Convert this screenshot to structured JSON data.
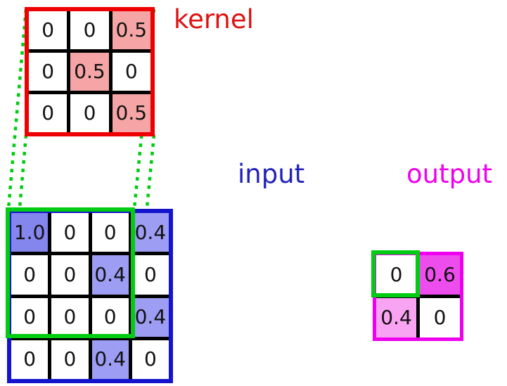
{
  "labels": {
    "kernel": "kernel",
    "input": "input",
    "output": "output"
  },
  "colors": {
    "kernel_border": "#ee0000",
    "kernel_label": "#dd1111",
    "kernel_cell_highlight": "#f5a5a5",
    "input_border": "#1414cc",
    "input_label": "#2222bb",
    "input_cell_strong": "#8585ee",
    "input_cell_light": "#9d9df3",
    "output_border": "#ee00ee",
    "output_label": "#ee00ee",
    "output_cell_strong": "#ee4dee",
    "output_cell_light": "#f9a3f3",
    "highlight_green": "#00cc11",
    "grid_background": "#000000",
    "cell_text": "#111111"
  },
  "grids": {
    "kernel": {
      "cells": [
        [
          "0",
          "0",
          "0.5"
        ],
        [
          "0",
          "0.5",
          "0"
        ],
        [
          "0",
          "0",
          "0.5"
        ]
      ],
      "fills": [
        [
          "w",
          "w",
          "k"
        ],
        [
          "w",
          "k",
          "w"
        ],
        [
          "w",
          "w",
          "k"
        ]
      ]
    },
    "input": {
      "cells": [
        [
          "1.0",
          "0",
          "0",
          "0.4"
        ],
        [
          "0",
          "0",
          "0.4",
          "0"
        ],
        [
          "0",
          "0",
          "0",
          "0.4"
        ],
        [
          "0",
          "0",
          "0.4",
          "0"
        ]
      ],
      "fills": [
        [
          "i1",
          "w",
          "w",
          "i2"
        ],
        [
          "w",
          "w",
          "i2",
          "w"
        ],
        [
          "w",
          "w",
          "w",
          "i2"
        ],
        [
          "w",
          "w",
          "i2",
          "w"
        ]
      ]
    },
    "output": {
      "cells": [
        [
          "0",
          "0.6"
        ],
        [
          "0.4",
          "0"
        ]
      ],
      "fills": [
        [
          "w",
          "o1"
        ],
        [
          "o2",
          "w"
        ]
      ]
    }
  }
}
